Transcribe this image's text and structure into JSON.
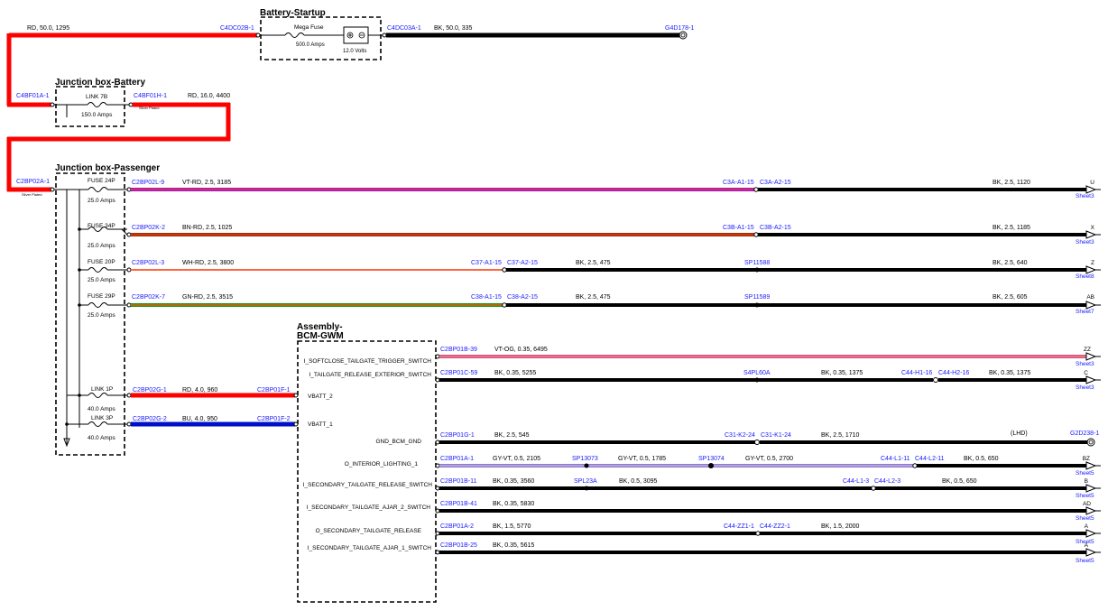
{
  "boxes": {
    "battery_startup": "Battery-Startup",
    "junction_battery": "Junction box-Battery",
    "junction_passenger": "Junction box-Passenger",
    "assembly_line1": "Assembly-",
    "assembly_line2": "BCM-GWM"
  },
  "components": {
    "mega_fuse": {
      "name": "Mega Fuse",
      "rating": "500.0 Amps"
    },
    "battery": {
      "volts": "12.0 Volts"
    },
    "link7b": {
      "name": "LINK 7B",
      "rating": "150.0 Amps"
    },
    "fuse24p": {
      "name": "FUSE 24P",
      "rating": "25.0 Amps"
    },
    "fuse34p": {
      "name": "FUSE 34P",
      "rating": "25.0 Amps"
    },
    "fuse20p": {
      "name": "FUSE 20P",
      "rating": "25.0 Amps"
    },
    "fuse29p": {
      "name": "FUSE 29P",
      "rating": "25.0 Amps"
    },
    "link1p": {
      "name": "LINK 1P",
      "rating": "40.0 Amps"
    },
    "link3p": {
      "name": "LINK 3P",
      "rating": "40.0 Amps"
    },
    "silver_plated": "Silver Plated"
  },
  "top": {
    "c4dc02b": "C4DC02B-1",
    "wire_rd_50": "RD, 50.0, 1295",
    "c4dc03a": "C4DC03A-1",
    "wire_bk_50": "BK, 50.0, 335",
    "g4d178": "G4D178-1",
    "c4bf01a": "C4BF01A-1",
    "c4bf01h": "C4BF01H-1",
    "wire_rd_16": "RD, 16.0, 4400",
    "c2bp02a": "C2BP02A-1"
  },
  "rows": [
    {
      "conn": "C2BP02L-9",
      "spec": "VT-RD, 2.5, 3185",
      "mid1": "C3A-A1-15",
      "mid2": "C3A-A2-15",
      "spec2": "BK, 2.5, 1120",
      "term": "U",
      "sheet": "Sheet3"
    },
    {
      "conn": "C2BP02K-2",
      "spec": "BN-RD, 2.5, 1025",
      "mid1": "C3B-A1-15",
      "mid2": "C3B-A2-15",
      "spec2": "BK, 2.5, 1185",
      "term": "X",
      "sheet": "Sheet3"
    },
    {
      "conn": "C2BP02L-3",
      "spec": "WH-RD, 2.5, 3800",
      "mid1": "C37-A1-15",
      "mid2": "C37-A2-15",
      "spec_mid": "BK, 2.5, 475",
      "splice": "SP11588",
      "spec2": "BK, 2.5, 640",
      "term": "Z",
      "sheet": "Sheet8"
    },
    {
      "conn": "C2BP02K-7",
      "spec": "GN-RD, 2.5, 3515",
      "mid1": "C38-A1-15",
      "mid2": "C38-A2-15",
      "spec_mid": "BK, 2.5, 475",
      "splice": "SP11589",
      "spec2": "BK, 2.5, 605",
      "term": "AB",
      "sheet": "Sheet7"
    }
  ],
  "links": [
    {
      "conn": "C2BP02G-1",
      "spec": "RD, 4.0, 960",
      "conn2": "C2BP01F-1",
      "pin": "VBATT_2"
    },
    {
      "conn": "C2BP02G-2",
      "spec": "BU, 4.0, 950",
      "conn2": "C2BP01F-2",
      "pin": "VBATT_1"
    }
  ],
  "bcm": [
    {
      "pin": "I_SOFTCLOSE_TAILGATE_TRIGGER_SWITCH",
      "conn": "C2BP01B-39",
      "spec": "VT-OG, 0.35, 6495",
      "term": "ZZ",
      "sheet": "Sheet3"
    },
    {
      "pin": "I_TAILGATE_RELEASE_EXTERIOR_SWITCH",
      "conn": "C2BP01C-59",
      "spec": "BK, 0.35, 5255",
      "splice": "S4PL60A",
      "spec2": "BK, 0.35, 1375",
      "mid1": "C44-H1-16",
      "mid2": "C44-H2-16",
      "spec3": "BK, 0.35, 1375",
      "term": "C",
      "sheet": "Sheet3"
    },
    {
      "pin": "GND_BCM_GND",
      "conn": "C2BP01G-1",
      "spec": "BK, 2.5, 545",
      "mid1": "C31-K2-24",
      "mid2": "C31-K1-24",
      "spec2": "BK, 2.5, 1710",
      "note": "(LHD)",
      "ground": "G2D238-1"
    },
    {
      "pin": "O_INTERIOR_LIGHTING_1",
      "conn": "C2BP01A-1",
      "spec": "GY-VT, 0.5, 2105",
      "splice1": "SP13073",
      "spec2": "GY-VT, 0.5, 1785",
      "splice2": "SP13074",
      "spec3": "GY-VT, 0.5, 2700",
      "mid1": "C44-L1-11",
      "mid2": "C44-L2-11",
      "spec4": "BK, 0.5, 650",
      "term": "BZ",
      "sheet": "Sheet5"
    },
    {
      "pin": "I_SECONDARY_TAILGATE_RELEASE_SWITCH",
      "conn": "C2BP01B-11",
      "spec": "BK, 0.35, 3560",
      "splice": "SPL23A",
      "spec2": "BK, 0.5, 3095",
      "mid1": "C44-L1-3",
      "mid2": "C44-L2-3",
      "spec3": "BK, 0.5, 650",
      "term": "B",
      "sheet": "Sheet5"
    },
    {
      "pin": "I_SECONDARY_TAILGATE_AJAR_2_SWITCH",
      "conn": "C2BP01B-41",
      "spec": "BK, 0.35, 5830",
      "term": "AD",
      "sheet": "Sheet5"
    },
    {
      "pin": "O_SECONDARY_TAILGATE_RELEASE",
      "conn": "C2BP01A-2",
      "spec": "BK, 1.5, 5770",
      "mid1": "C44-ZZ1-1",
      "mid2": "C44-ZZ2-1",
      "spec2": "BK, 1.5, 2000",
      "term": "A",
      "sheet": "Sheet5"
    },
    {
      "pin": "I_SECONDARY_TAILGATE_AJAR_1_SWITCH",
      "conn": "C2BP01B-25",
      "spec": "BK, 0.35, 5615",
      "term": "A",
      "sheet": "Sheet5"
    }
  ]
}
